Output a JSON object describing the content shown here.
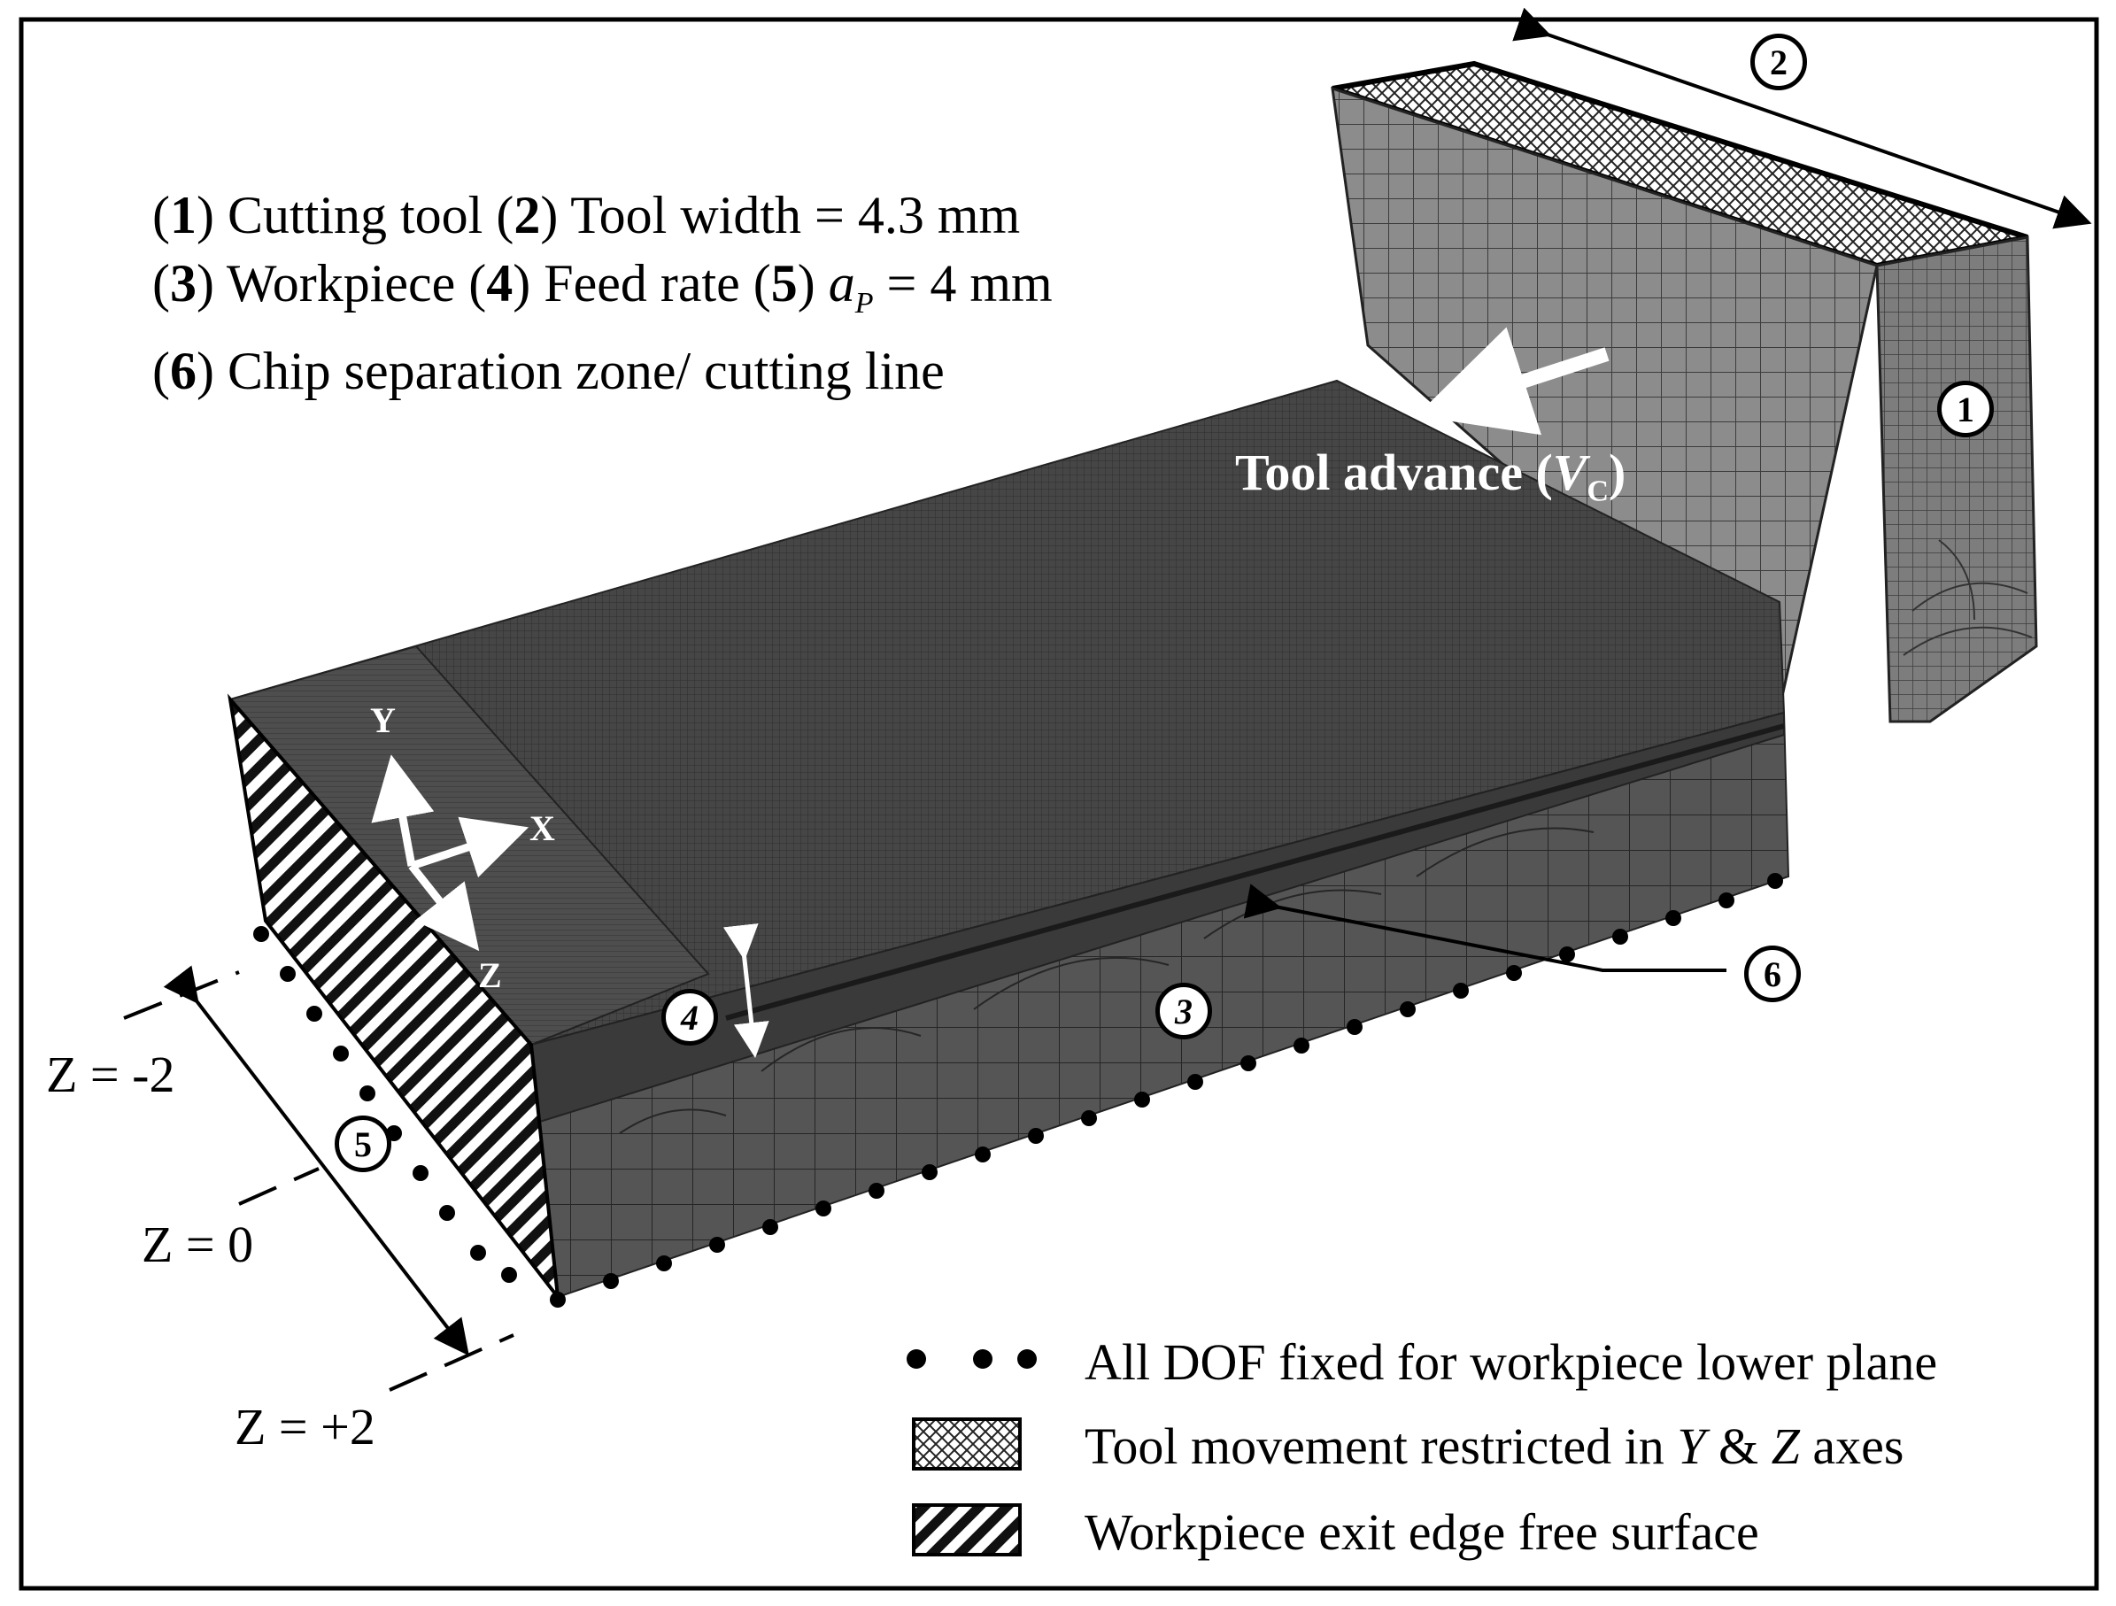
{
  "notes": {
    "line1": {
      "a": "(",
      "n1": "1",
      "b": ") Cutting tool (",
      "n2": "2",
      "c": ") Tool width = 4.3 mm"
    },
    "line2": {
      "a": "(",
      "n3": "3",
      "b": ") Workpiece (",
      "n4": "4",
      "c": ") Feed rate (",
      "n5": "5",
      "d": ") ",
      "ap": "a",
      "ap_sub": "P",
      "e": " = 4 mm"
    },
    "line3": {
      "a": "(",
      "n6": "6",
      "b": ") Chip separation zone/ cutting line"
    }
  },
  "tool_advance": {
    "text": "Tool advance (",
    "v": "V",
    "v_sub": "C",
    "close": ")"
  },
  "axes": {
    "y": "Y",
    "x": "X",
    "z": "Z"
  },
  "z_levels": {
    "minus2": "Z = -2",
    "zero": "Z = 0",
    "plus2": "Z = +2"
  },
  "callouts": {
    "c1": "1",
    "c2": "2",
    "c3": "3",
    "c4": "4",
    "c5": "5",
    "c6": "6"
  },
  "legend": {
    "fixed": "All DOF fixed for workpiece lower plane",
    "tool_restricted_a": "Tool movement restricted in ",
    "tool_restricted_y": "Y",
    "tool_restricted_and": " & ",
    "tool_restricted_z": "Z",
    "tool_restricted_b": " axes",
    "free_surface": "Workpiece exit edge free surface"
  },
  "colors": {
    "mesh_dark": "#3a3a3a",
    "mesh_mid": "#555555",
    "mesh_light": "#8a8a8a",
    "border": "#000000"
  }
}
